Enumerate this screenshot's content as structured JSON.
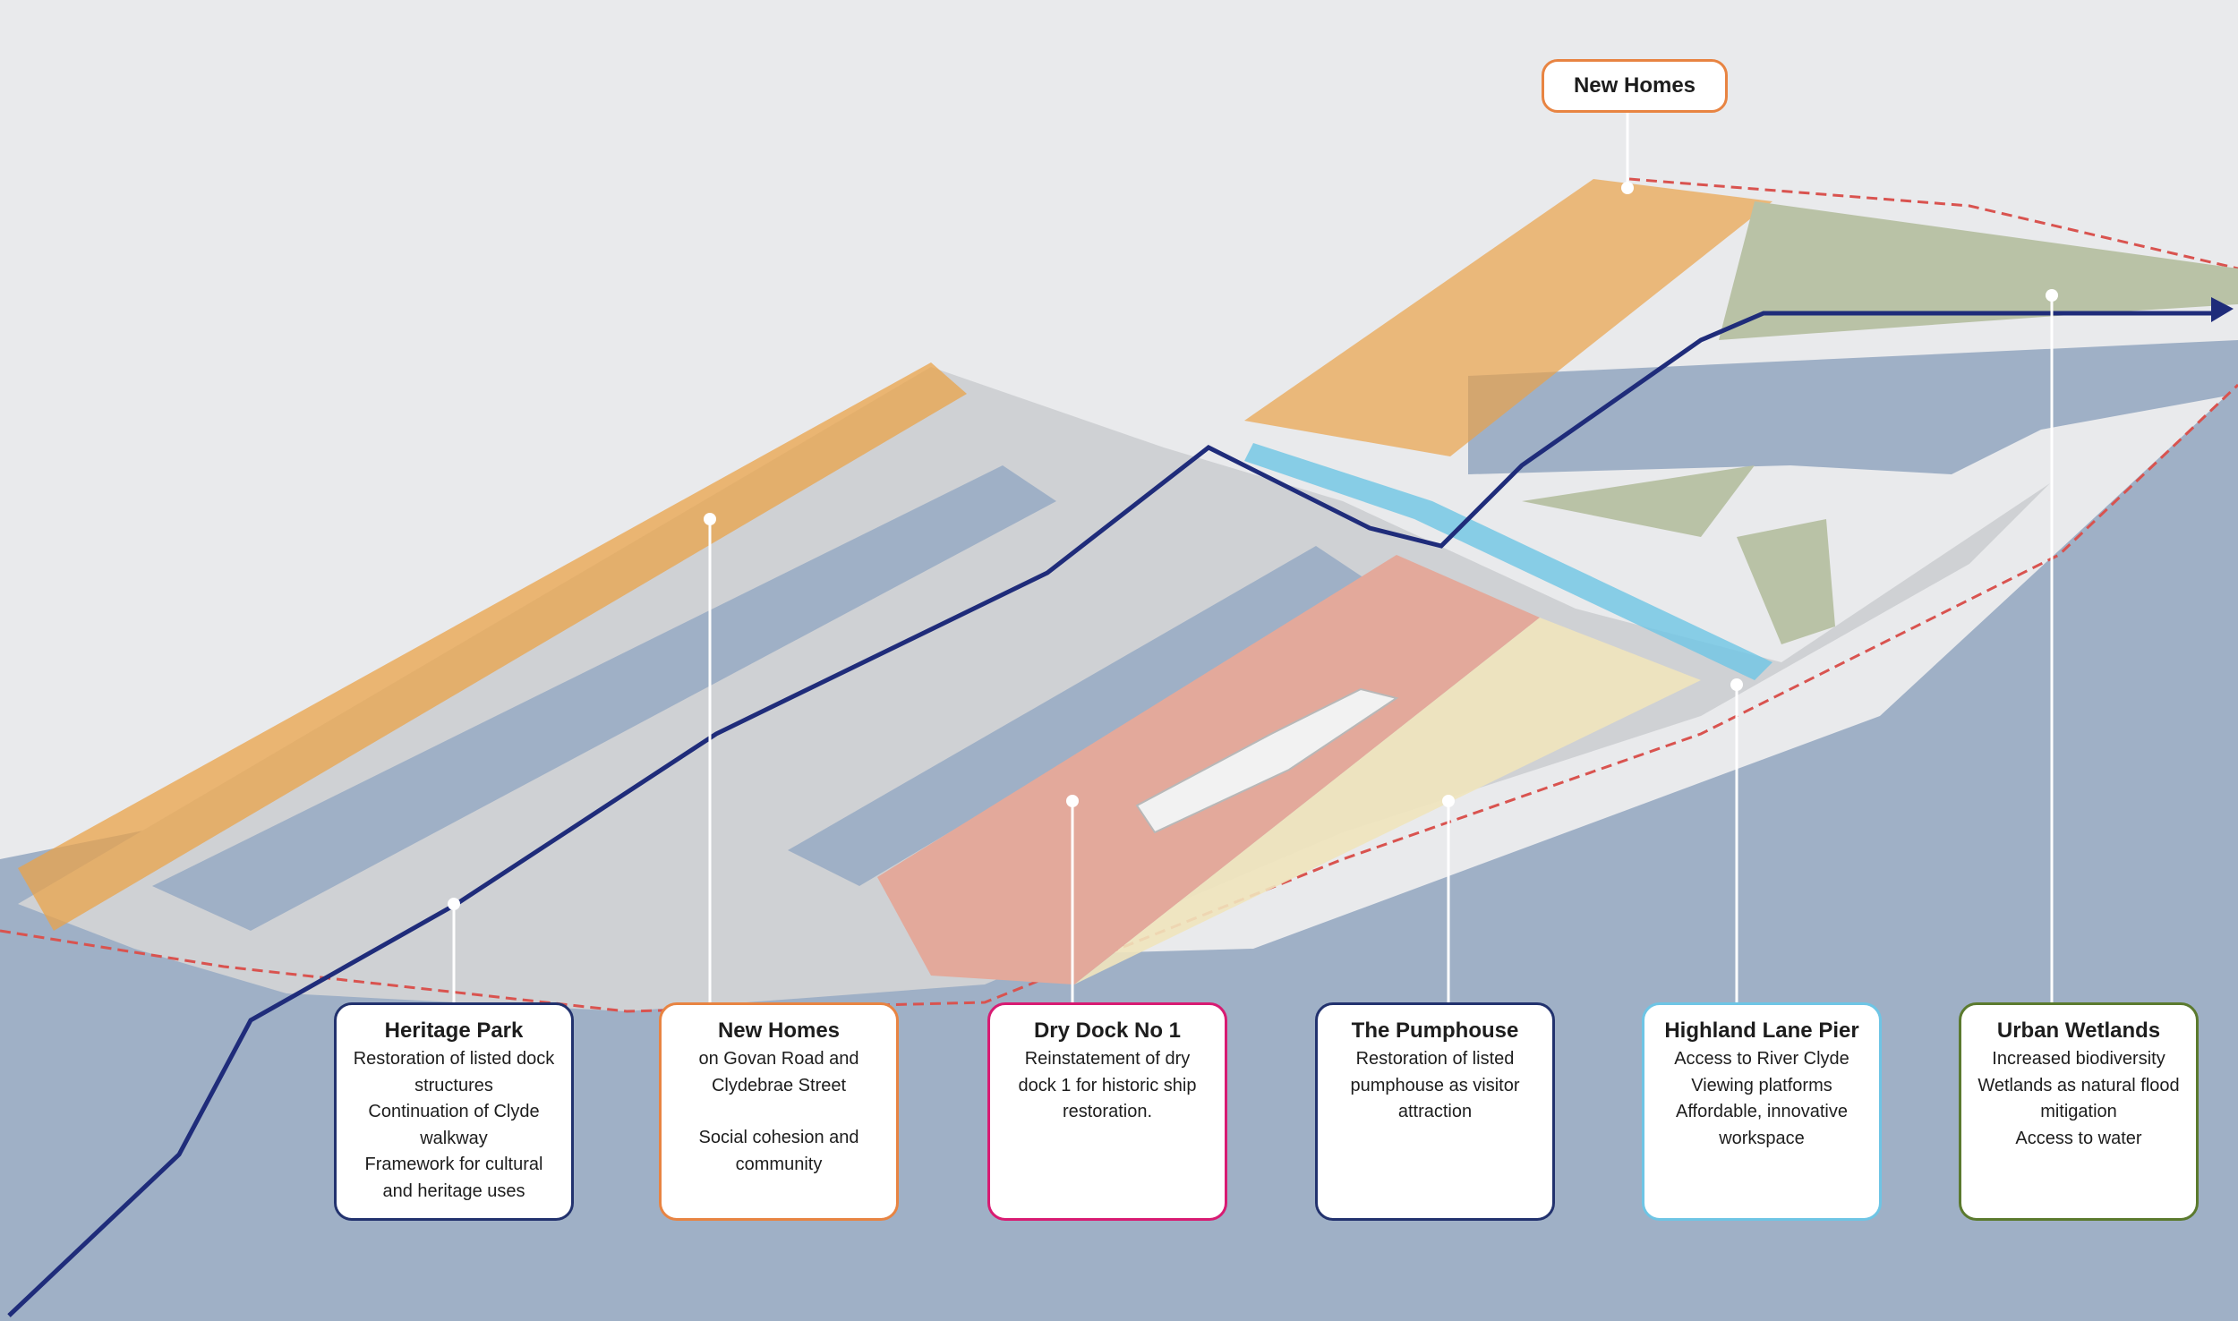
{
  "colors": {
    "background": "#e9eaec",
    "water": "#9fb0c6",
    "route": "#1f2c7a",
    "new_homes": "#e88442",
    "dry_dock": "#d81b72",
    "pier": "#6ec5e5",
    "wetlands": "#5b7a2e",
    "heritage": "#22326e",
    "pumphouse": "#22326e",
    "boundary": "#d9534f"
  },
  "top_label": {
    "title": "New Homes"
  },
  "cards": [
    {
      "id": "heritage-park",
      "title": "Heritage Park",
      "border_color": "#22326e",
      "lines": [
        "Restoration of listed dock",
        "structures",
        "Continuation of Clyde",
        "walkway",
        "Framework for cultural",
        "and heritage uses"
      ]
    },
    {
      "id": "new-homes",
      "title": "New Homes",
      "border_color": "#e88442",
      "lines": [
        "on Govan Road and",
        "Clydebrae Street",
        "",
        "Social cohesion and",
        "community"
      ]
    },
    {
      "id": "dry-dock",
      "title": "Dry Dock No 1",
      "border_color": "#d81b72",
      "lines": [
        "Reinstatement of dry",
        "dock 1 for historic ship",
        "restoration."
      ]
    },
    {
      "id": "pumphouse",
      "title": "The Pumphouse",
      "border_color": "#22326e",
      "lines": [
        "Restoration of listed",
        "pumphouse as visitor",
        "attraction"
      ]
    },
    {
      "id": "highland-lane-pier",
      "title": "Highland Lane Pier",
      "border_color": "#6ec5e5",
      "lines": [
        "Access to River Clyde",
        "Viewing platforms",
        "Affordable, innovative",
        "workspace"
      ]
    },
    {
      "id": "urban-wetlands",
      "title": "Urban Wetlands",
      "border_color": "#5b7a2e",
      "lines": [
        "Increased biodiversity",
        "Wetlands as natural flood",
        "mitigation",
        "Access to water"
      ]
    }
  ]
}
